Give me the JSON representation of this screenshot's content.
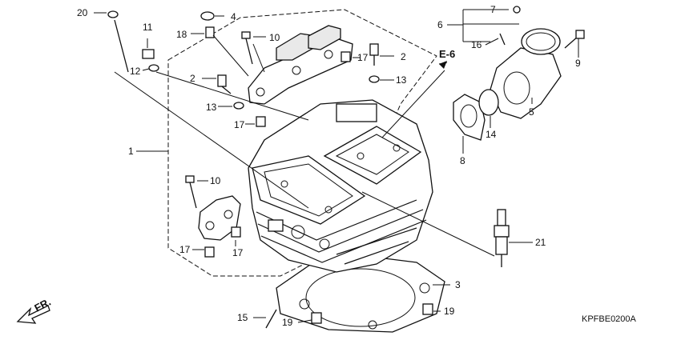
{
  "callouts": {
    "c1": "1",
    "c2a": "2",
    "c2b": "2",
    "c3": "3",
    "c4": "4",
    "c5": "5",
    "c6": "6",
    "c7": "7",
    "c8": "8",
    "c9": "9",
    "c10a": "10",
    "c10b": "10",
    "c11": "11",
    "c12": "12",
    "c13a": "13",
    "c13b": "13",
    "c14": "14",
    "c15": "15",
    "c16": "16",
    "c17a": "17",
    "c17b": "17",
    "c17c": "17",
    "c17d": "17",
    "c18": "18",
    "c19a": "19",
    "c19b": "19",
    "c20": "20",
    "c21": "21"
  },
  "reference": "E-6",
  "direction": "FR.",
  "diagram_code": "KPFBE0200A",
  "icons": {
    "front_arrow": "arrow-down-left-icon"
  }
}
